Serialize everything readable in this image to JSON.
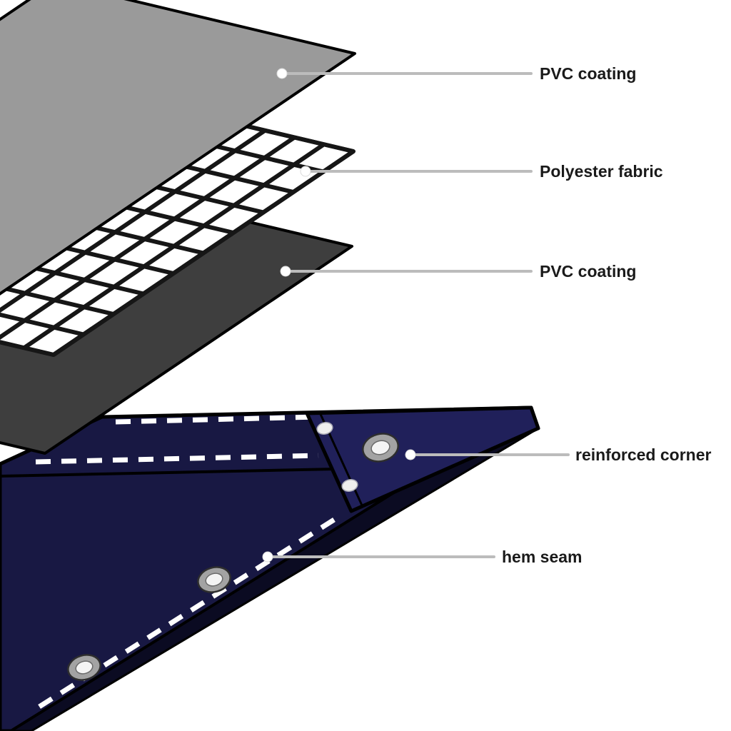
{
  "diagram": {
    "labels": [
      {
        "text": "PVC coating"
      },
      {
        "text": "Polyester fabric"
      },
      {
        "text": "PVC coating"
      },
      {
        "text": "reinforced corner"
      },
      {
        "text": "hem seam"
      }
    ],
    "colors": {
      "background": "#ffffff",
      "pvc_top": "#9a9a9a",
      "mesh_fill": "#ffffff",
      "mesh_grid": "#161616",
      "pvc_bottom": "#3e3e3e",
      "tarp": "#181843",
      "tarp_corner": "#20205a",
      "tarp_edge": "#0b0b22",
      "stitch": "#ffffff",
      "leader_line": "#bcbcbc",
      "label_text": "#1a1a1a",
      "grommet_ring": "#a3a3a3",
      "grommet_hole": "#f4f4f4"
    },
    "grommet_count_large": 3,
    "rivet_count_small": 2
  }
}
